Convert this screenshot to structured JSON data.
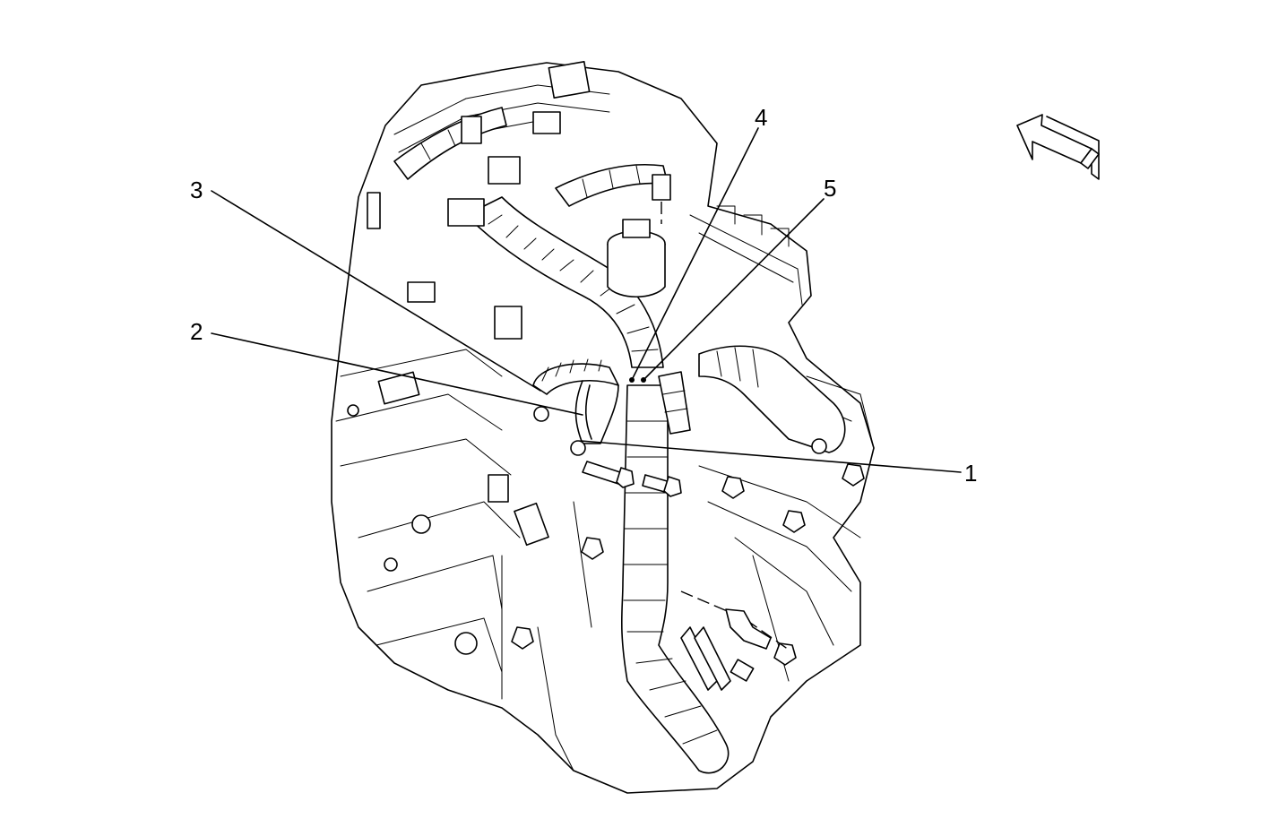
{
  "callouts": {
    "c1": "1",
    "c2": "2",
    "c3": "3",
    "c4": "4",
    "c5": "5"
  },
  "view_arrow_icon": "direction-arrow-icon",
  "colors": {
    "ink": "#000000",
    "paper": "#ffffff"
  }
}
